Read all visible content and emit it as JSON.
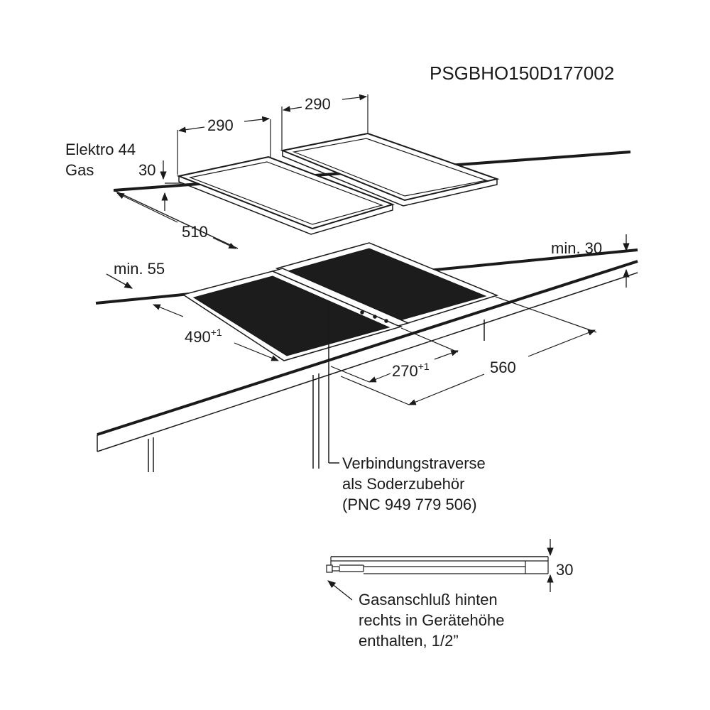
{
  "drawing_code": "PSGBHO150D177002",
  "dims": {
    "top_width_left": "290",
    "top_width_right": "290",
    "depth_top": "510",
    "elektro_label": "Elektro 44",
    "gas_label": "Gas",
    "gas_value": "30",
    "min_front": "min. 55",
    "min_top": "min. 30",
    "cutout_depth": "490",
    "cutout_depth_tol": "+1",
    "cutout_width": "270",
    "cutout_width_tol": "+1",
    "total_width": "560",
    "side_height": "30"
  },
  "notes": {
    "traverse_line1": "Verbindungstraverse",
    "traverse_line2": "als Soderzubehör",
    "traverse_line3": "(PNC 949 779 506)",
    "gas_line1": "Gasanschluß hinten",
    "gas_line2": "rechts in Gerätehöhe",
    "gas_line3": "enthalten, 1/2”"
  },
  "colors": {
    "line": "#1a1a1a",
    "cutout": "#1c1c1c",
    "plate": "#ffffff"
  }
}
